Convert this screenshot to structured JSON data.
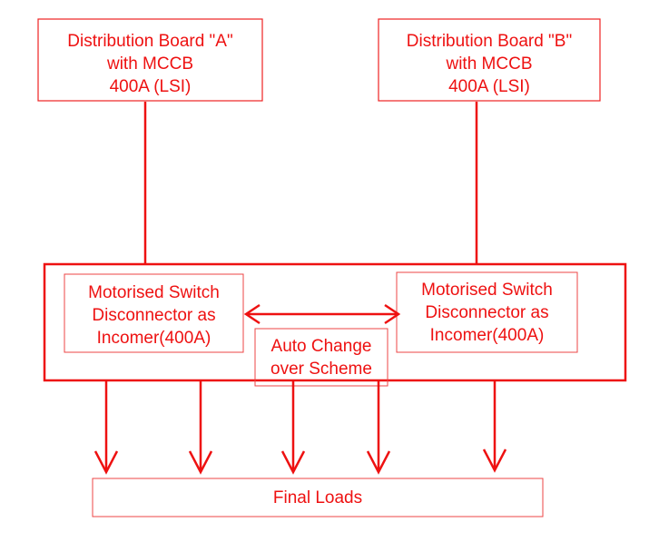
{
  "colors": {
    "diagram_red": "#ee1111",
    "box_border_light": "#ee4444"
  },
  "distribution_board_a": {
    "line1": "Distribution Board \"A\"",
    "line2": "with MCCB",
    "line3": "400A (LSI)"
  },
  "distribution_board_b": {
    "line1": "Distribution Board \"B\"",
    "line2": "with MCCB",
    "line3": "400A (LSI)"
  },
  "switch_left": {
    "line1": "Motorised Switch",
    "line2": "Disconnector as",
    "line3": "Incomer(400A)"
  },
  "switch_right": {
    "line1": "Motorised Switch",
    "line2": "Disconnector as",
    "line3": "Incomer(400A)"
  },
  "auto_change": {
    "line1": "Auto Change",
    "line2": "over Scheme"
  },
  "final_loads": {
    "label": "Final Loads"
  }
}
